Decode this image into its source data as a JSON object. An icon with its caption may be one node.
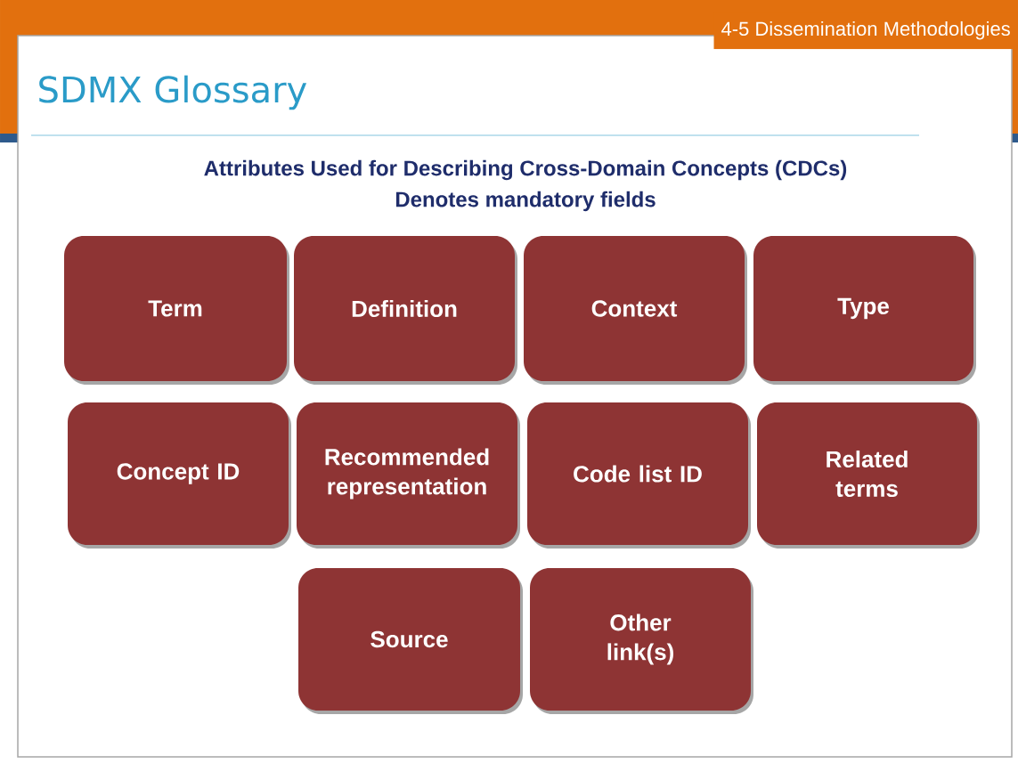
{
  "diagram": {
    "title": "SDMX Glossary",
    "nodes": [
      {
        "text": [
          "Term"
        ]
      },
      {
        "text": [
          "Definition"
        ]
      },
      {
        "text": [
          "Context"
        ]
      },
      {
        "text": [
          "Type"
        ]
      },
      {
        "text": [
          "Concept ID"
        ]
      },
      {
        "text": [
          "Recommended representation"
        ]
      },
      {
        "text": [
          "Code list ID"
        ]
      },
      {
        "text": [
          "Related terms"
        ]
      },
      {
        "text": [
          "Source"
        ]
      },
      {
        "text": [
          "Other link(s)"
        ]
      }
    ],
    "labels": [
      "4-5 Dissemination Methodologies",
      "Attributes Used for Describing Cross-Domain Concepts (CDCs)",
      "Denotes mandatory fields"
    ]
  }
}
